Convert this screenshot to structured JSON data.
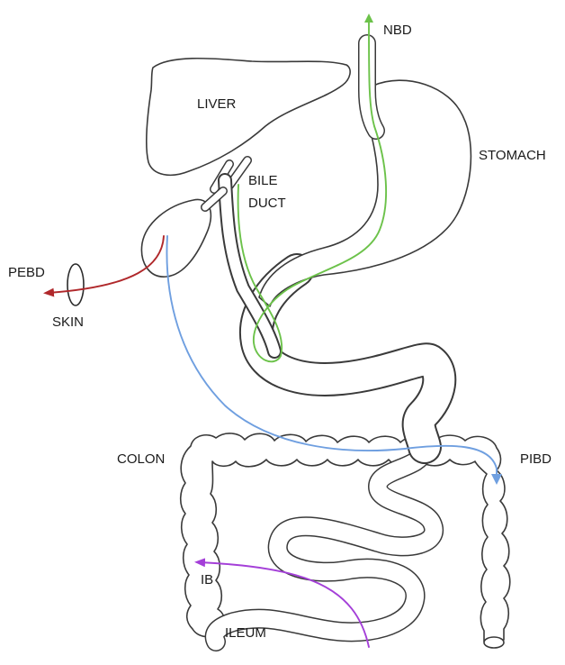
{
  "labels": {
    "nbd": "NBD",
    "liver": "LIVER",
    "stomach": "STOMACH",
    "bile_duct_line1": "BILE",
    "bile_duct_line2": "DUCT",
    "pebd": "PEBD",
    "skin": "SKIN",
    "colon": "COLON",
    "pibd": "PIBD",
    "ib": "IB",
    "ileum": "ILEUM"
  },
  "colors": {
    "outline": "#3a3a3a",
    "nbd_drain": "#6cc24a",
    "pebd_drain": "#b0282b",
    "pibd_drain": "#6f9fe0",
    "ib_drain": "#a43fd8"
  }
}
